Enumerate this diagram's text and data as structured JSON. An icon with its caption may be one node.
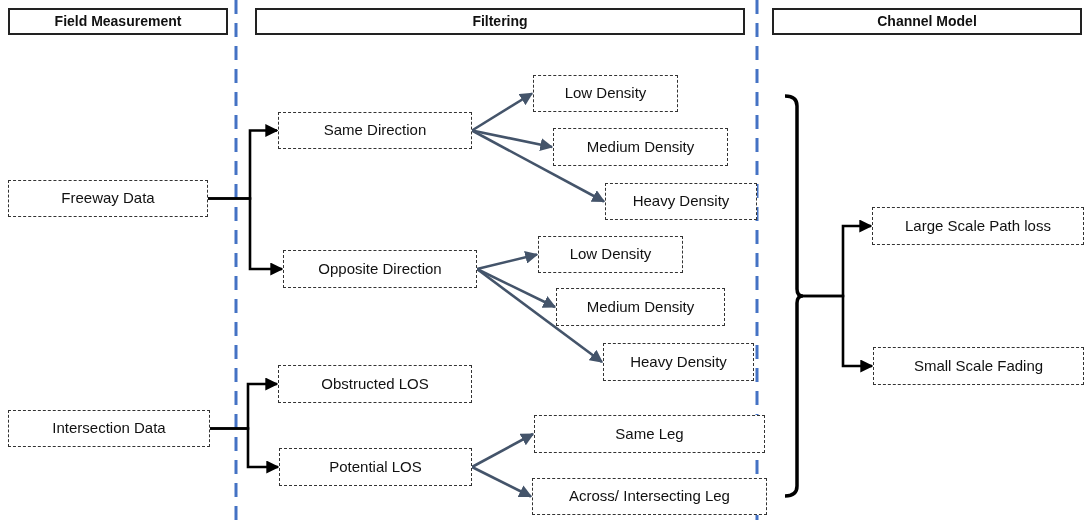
{
  "diagram": {
    "nodes": [
      {
        "text": [
          "Field Measurement"
        ]
      },
      {
        "text": [
          "Filtering"
        ]
      },
      {
        "text": [
          "Channel Model"
        ]
      },
      {
        "text": [
          "Freeway Data"
        ]
      },
      {
        "text": [
          "Same Direction"
        ]
      },
      {
        "text": [
          "Opposite Direction"
        ]
      },
      {
        "text": [
          "Low Density"
        ]
      },
      {
        "text": [
          "Medium Density"
        ]
      },
      {
        "text": [
          "Heavy Density"
        ]
      },
      {
        "text": [
          "Low Density"
        ]
      },
      {
        "text": [
          "Medium Density"
        ]
      },
      {
        "text": [
          "Heavy Density"
        ]
      },
      {
        "text": [
          "Intersection Data"
        ]
      },
      {
        "text": [
          "Obstructed LOS"
        ]
      },
      {
        "text": [
          "Potential LOS"
        ]
      },
      {
        "text": [
          "Same Leg"
        ]
      },
      {
        "text": [
          "Across/ Intersecting Leg"
        ]
      },
      {
        "text": [],
        "shape": "bracket"
      },
      {
        "text": [
          "Large Scale Path loss"
        ]
      },
      {
        "text": [
          "Small Scale Fading"
        ]
      }
    ],
    "edges": [
      {
        "from": 3,
        "to": 4,
        "arrow": "to",
        "color": "#000000"
      },
      {
        "from": 3,
        "to": 5,
        "arrow": "to",
        "color": "#000000"
      },
      {
        "from": 4,
        "to": 6,
        "arrow": "to"
      },
      {
        "from": 4,
        "to": 7,
        "arrow": "to"
      },
      {
        "from": 4,
        "to": 8,
        "arrow": "to"
      },
      {
        "from": 5,
        "to": 9,
        "arrow": "to"
      },
      {
        "from": 5,
        "to": 10,
        "arrow": "to"
      },
      {
        "from": 5,
        "to": 11,
        "arrow": "to"
      },
      {
        "from": 12,
        "to": 13,
        "arrow": "to",
        "color": "#000000"
      },
      {
        "from": 12,
        "to": 14,
        "arrow": "to",
        "color": "#000000"
      },
      {
        "from": 14,
        "to": 15,
        "arrow": "to"
      },
      {
        "from": 14,
        "to": 16,
        "arrow": "to"
      },
      {
        "from": 17,
        "to": 18,
        "arrow": "to",
        "color": "#000000"
      },
      {
        "from": 17,
        "to": 19,
        "arrow": "to",
        "color": "#000000"
      }
    ]
  }
}
